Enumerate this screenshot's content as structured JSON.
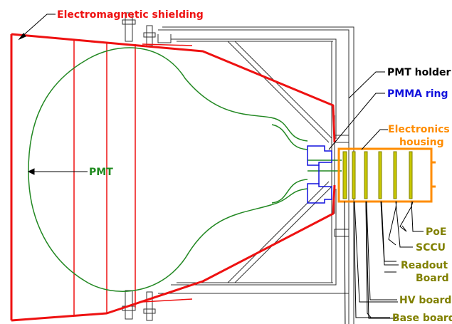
{
  "labels": {
    "shielding": "Electromagnetic shielding",
    "pmt": "PMT",
    "pmt_holder": "PMT holder",
    "pmma_ring": "PMMA ring",
    "electronics_housing_line1": "Electronics",
    "electronics_housing_line2": "housing",
    "poe": "PoE",
    "sccu": "SCCU",
    "readout_line1": "Readout",
    "readout_line2": "Board",
    "hv_board": "HV board",
    "base_board": "Base board"
  },
  "colors": {
    "shielding": "#ee1111",
    "pmt": "#228822",
    "pmt_text": "#1e8a1e",
    "pmma": "#1111dd",
    "housing": "#ff8c00",
    "boards": "#808000",
    "board_fill": "#c8c800",
    "holder": "#333333",
    "black": "#000000"
  }
}
